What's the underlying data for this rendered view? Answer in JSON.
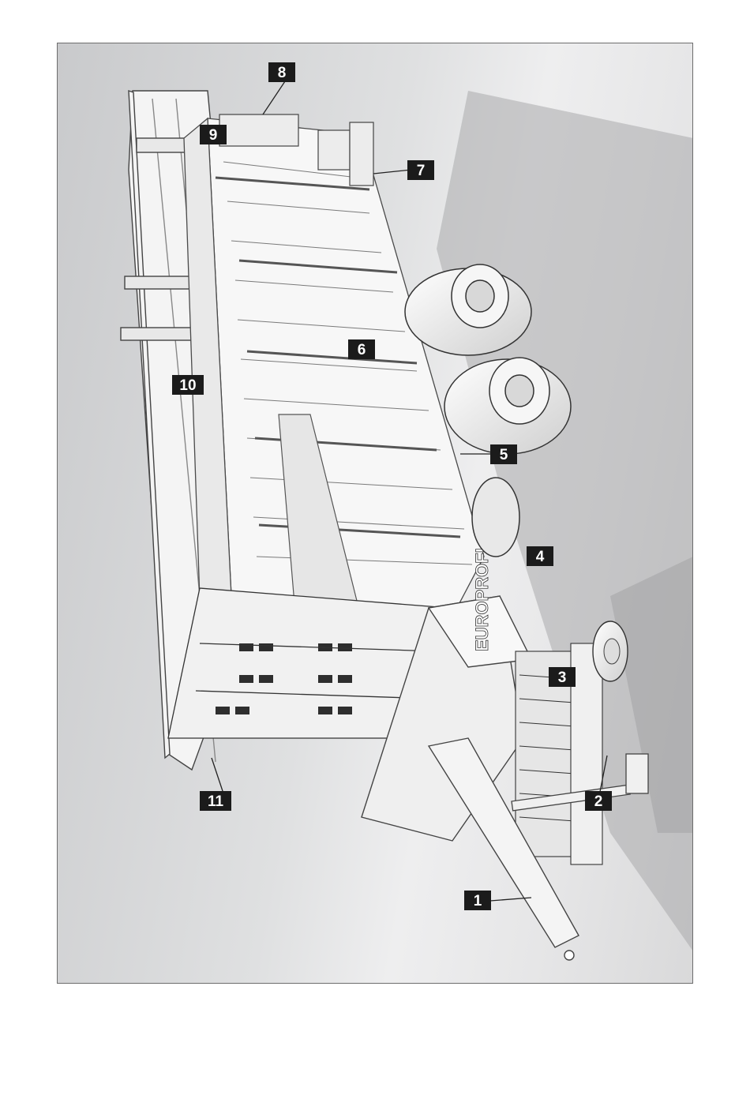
{
  "brand_text": "EUROPROFI",
  "callouts": [
    "1",
    "2",
    "3",
    "4",
    "5",
    "6",
    "7",
    "8",
    "9",
    "10",
    "11"
  ]
}
